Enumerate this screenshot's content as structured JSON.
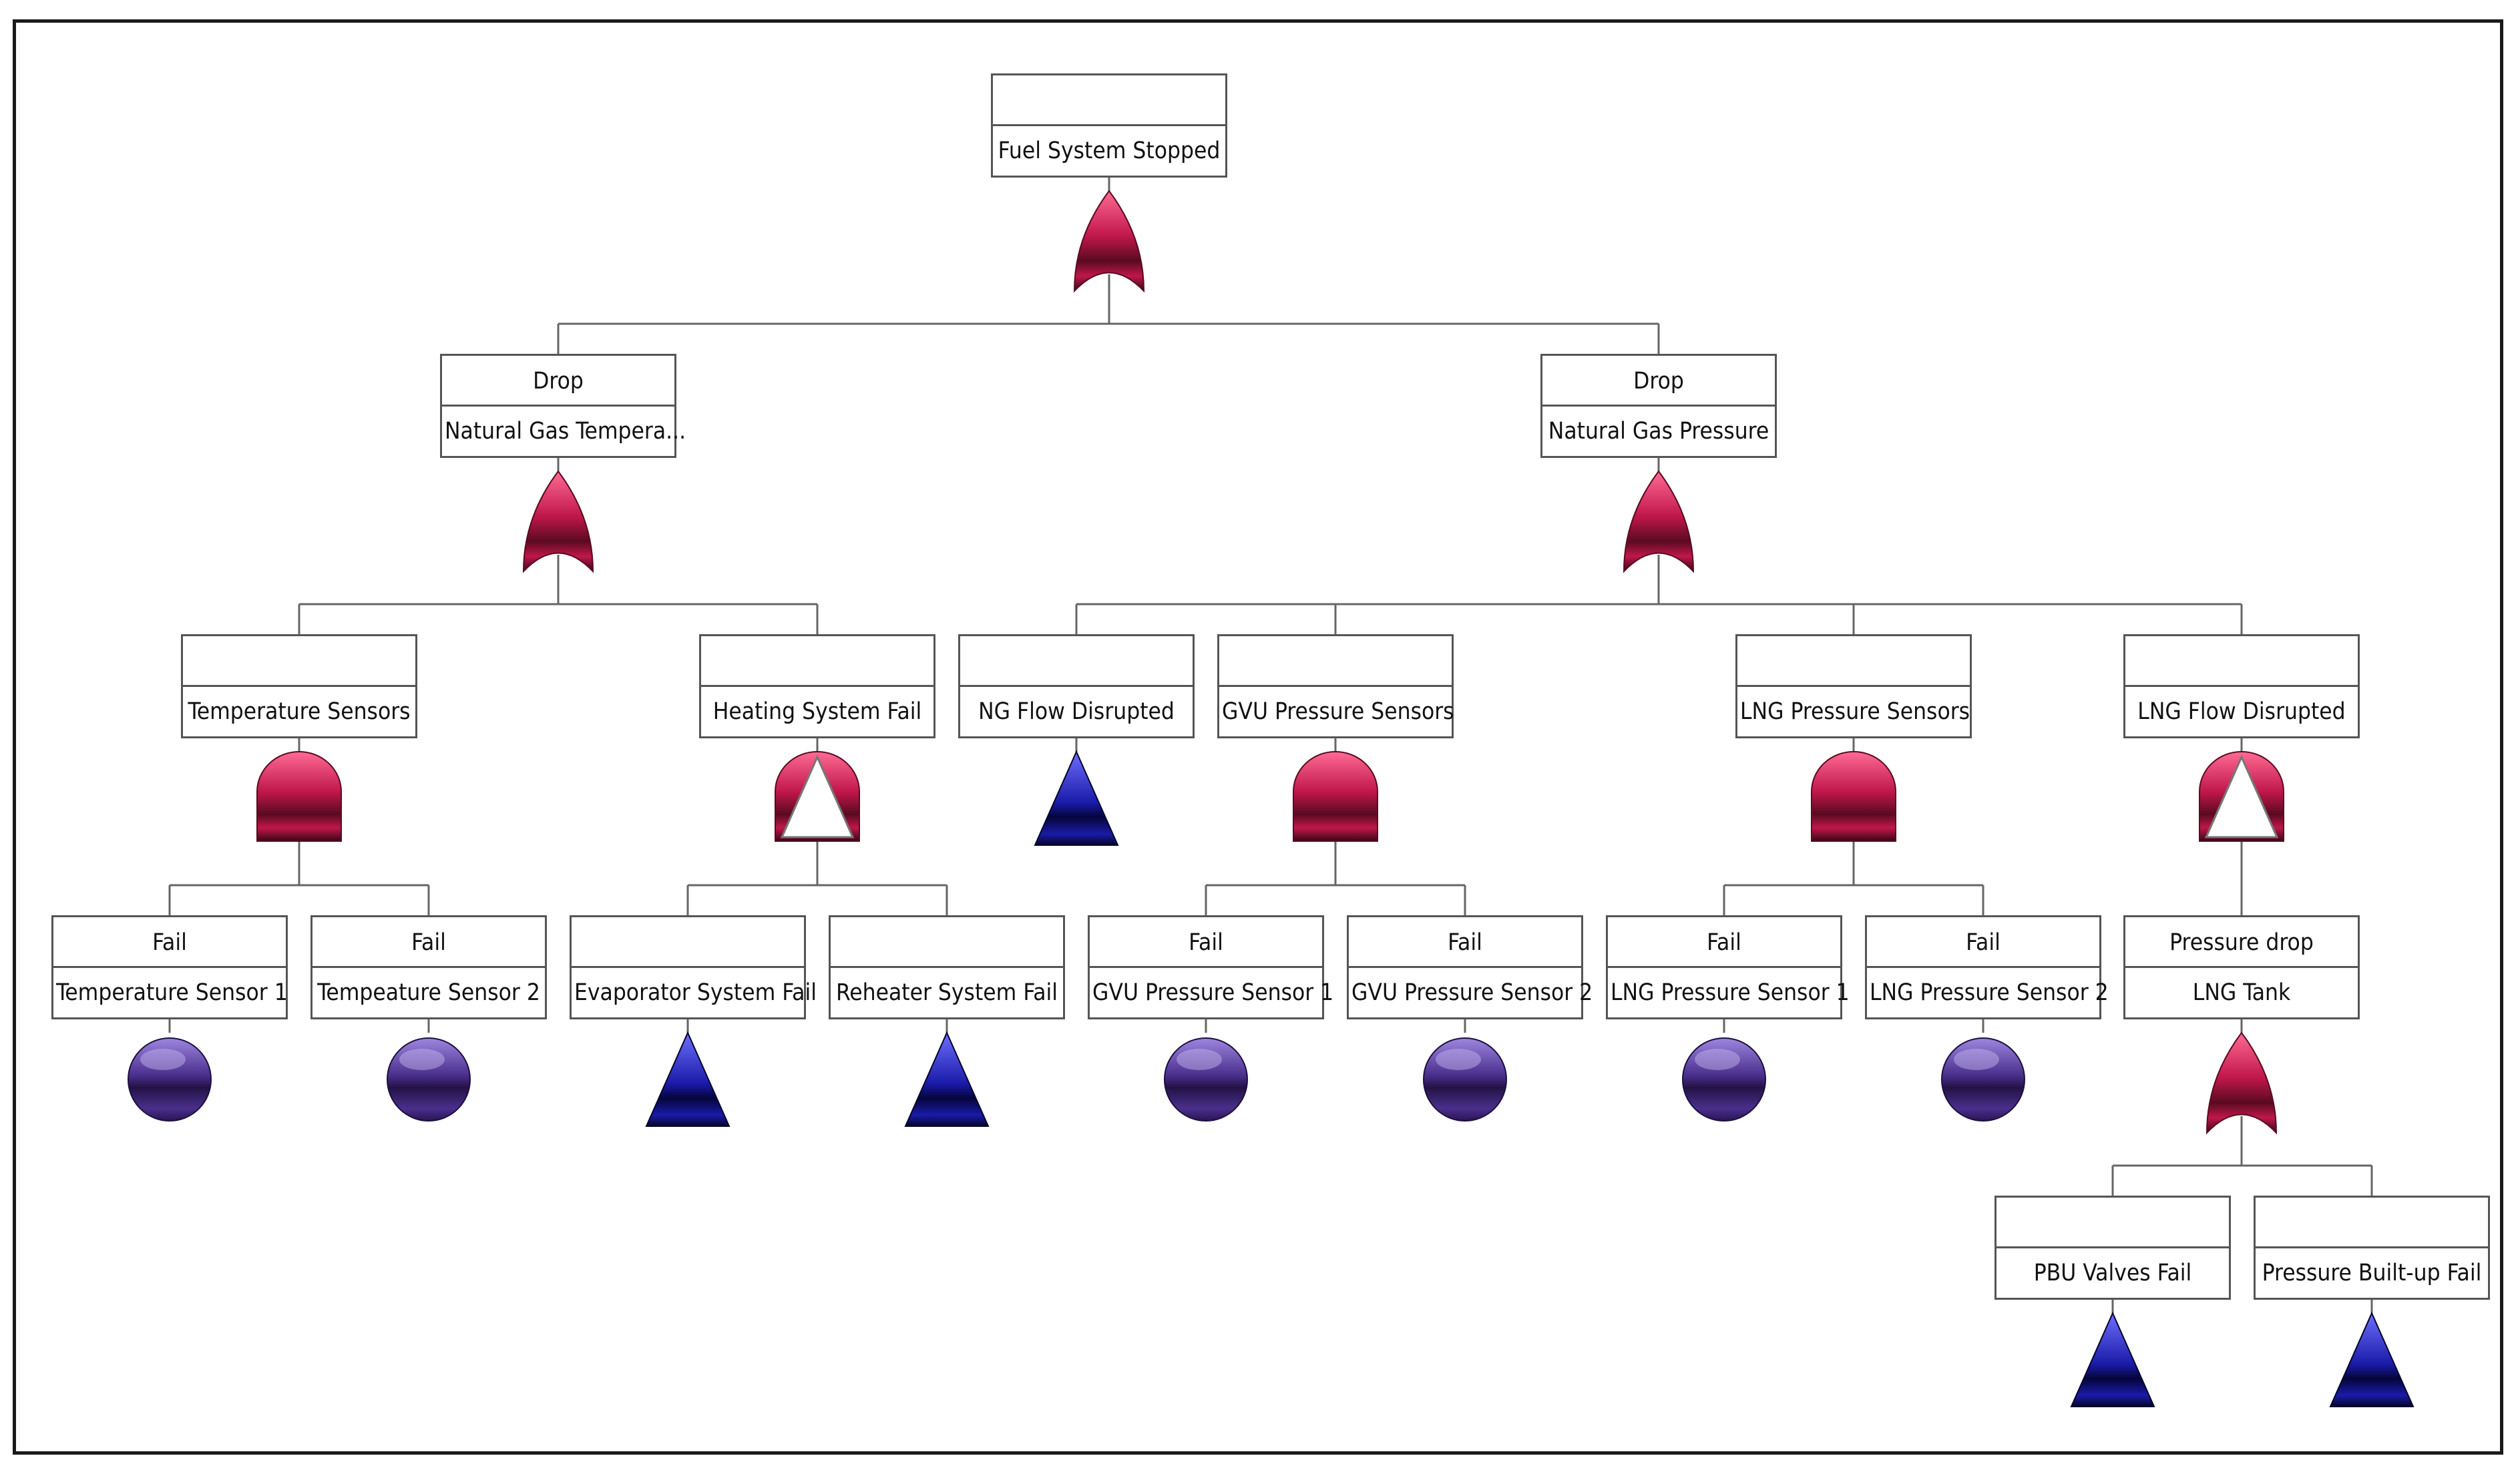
{
  "nodes": [
    {
      "id": "top",
      "upper": "",
      "lower": "Fuel System Stopped",
      "gate": "or"
    },
    {
      "id": "ngt",
      "upper": "Drop",
      "lower": "Natural Gas Tempera...",
      "gate": "or"
    },
    {
      "id": "ngp",
      "upper": "Drop",
      "lower": "Natural Gas Pressure",
      "gate": "or"
    },
    {
      "id": "ts",
      "upper": "",
      "lower": "Temperature Sensors",
      "gate": "and"
    },
    {
      "id": "hs",
      "upper": "",
      "lower": "Heating System Fail",
      "gate": "priority-and"
    },
    {
      "id": "ngf",
      "upper": "",
      "lower": "NG Flow Disrupted",
      "gate": "undeveloped"
    },
    {
      "id": "gvu",
      "upper": "",
      "lower": "GVU Pressure Sensors",
      "gate": "and"
    },
    {
      "id": "lngp",
      "upper": "",
      "lower": "LNG Pressure Sensors",
      "gate": "and"
    },
    {
      "id": "lngf",
      "upper": "",
      "lower": "LNG Flow Disrupted",
      "gate": "priority-and"
    },
    {
      "id": "ts1",
      "upper": "Fail",
      "lower": "Temperature Sensor 1",
      "gate": "basic"
    },
    {
      "id": "ts2",
      "upper": "Fail",
      "lower": "Tempeature Sensor 2",
      "gate": "basic"
    },
    {
      "id": "evap",
      "upper": "",
      "lower": "Evaporator System Fail",
      "gate": "undeveloped"
    },
    {
      "id": "reh",
      "upper": "",
      "lower": "Reheater System Fail",
      "gate": "undeveloped"
    },
    {
      "id": "gvu1",
      "upper": "Fail",
      "lower": "GVU Pressure Sensor 1",
      "gate": "basic"
    },
    {
      "id": "gvu2",
      "upper": "Fail",
      "lower": "GVU Pressure Sensor 2",
      "gate": "basic"
    },
    {
      "id": "lng1",
      "upper": "Fail",
      "lower": "LNG Pressure Sensor 1",
      "gate": "basic"
    },
    {
      "id": "lng2",
      "upper": "Fail",
      "lower": "LNG Pressure Sensor 2",
      "gate": "basic"
    },
    {
      "id": "tank",
      "upper": "Pressure drop",
      "lower": "LNG Tank",
      "gate": "or"
    },
    {
      "id": "pbu",
      "upper": "",
      "lower": "PBU Valves Fail",
      "gate": "undeveloped"
    },
    {
      "id": "pbf",
      "upper": "",
      "lower": "Pressure Built-up Fail",
      "gate": "undeveloped"
    }
  ],
  "edges": [
    [
      "top",
      "ngt"
    ],
    [
      "top",
      "ngp"
    ],
    [
      "ngt",
      "ts"
    ],
    [
      "ngt",
      "hs"
    ],
    [
      "ngp",
      "ngf"
    ],
    [
      "ngp",
      "gvu"
    ],
    [
      "ngp",
      "lngp"
    ],
    [
      "ngp",
      "lngf"
    ],
    [
      "ts",
      "ts1"
    ],
    [
      "ts",
      "ts2"
    ],
    [
      "hs",
      "evap"
    ],
    [
      "hs",
      "reh"
    ],
    [
      "gvu",
      "gvu1"
    ],
    [
      "gvu",
      "gvu2"
    ],
    [
      "lngp",
      "lng1"
    ],
    [
      "lngp",
      "lng2"
    ],
    [
      "lngf",
      "tank"
    ],
    [
      "tank",
      "pbu"
    ],
    [
      "tank",
      "pbf"
    ]
  ],
  "colors": {
    "gate": "#c0174a",
    "basic_event": "#4a2f8c",
    "undeveloped_event": "#1a1aa8",
    "line": "#666666",
    "box_border": "#555555"
  }
}
